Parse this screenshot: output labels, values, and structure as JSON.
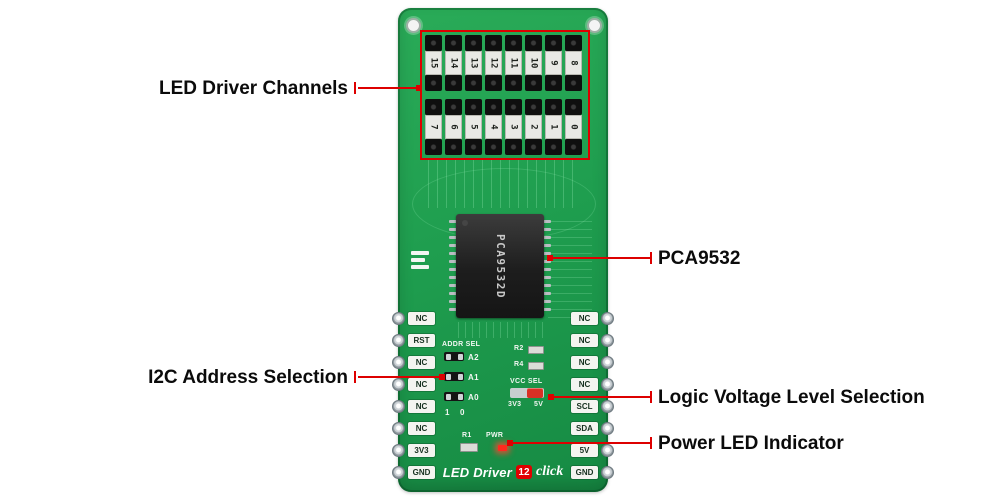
{
  "annotations": {
    "led_channels": "LED Driver Channels",
    "i2c_address": "I2C Address Selection",
    "chip": "PCA9532",
    "logic_voltage": "Logic Voltage Level Selection",
    "power_led": "Power LED Indicator"
  },
  "board": {
    "channels_top": [
      "15",
      "14",
      "13",
      "12",
      "11",
      "10",
      "9",
      "8"
    ],
    "channels_bottom": [
      "7",
      "6",
      "5",
      "4",
      "3",
      "2",
      "1",
      "0"
    ],
    "left_pins": [
      "NC",
      "RST",
      "NC",
      "NC",
      "NC",
      "NC",
      "3V3",
      "GND"
    ],
    "right_pins": [
      "NC",
      "NC",
      "NC",
      "NC",
      "SCL",
      "SDA",
      "5V",
      "GND"
    ],
    "ic_marking": "PCA9532D",
    "addr_sel": {
      "title": "ADDR SEL",
      "jumpers": [
        "A2",
        "A1",
        "A0"
      ],
      "scale": [
        "1",
        "0"
      ]
    },
    "vcc_sel": {
      "title": "VCC SEL",
      "options": [
        "3V3",
        "5V"
      ]
    },
    "labels": {
      "r1": "R1",
      "r2": "R2",
      "r4": "R4",
      "pwr": "PWR"
    },
    "logo": {
      "name": "LED Driver",
      "number": "12",
      "suffix": "click"
    }
  },
  "colors": {
    "annotation_red": "#dd0000",
    "pcb_green": "#1f9e4f",
    "logo_red": "#e00000"
  }
}
